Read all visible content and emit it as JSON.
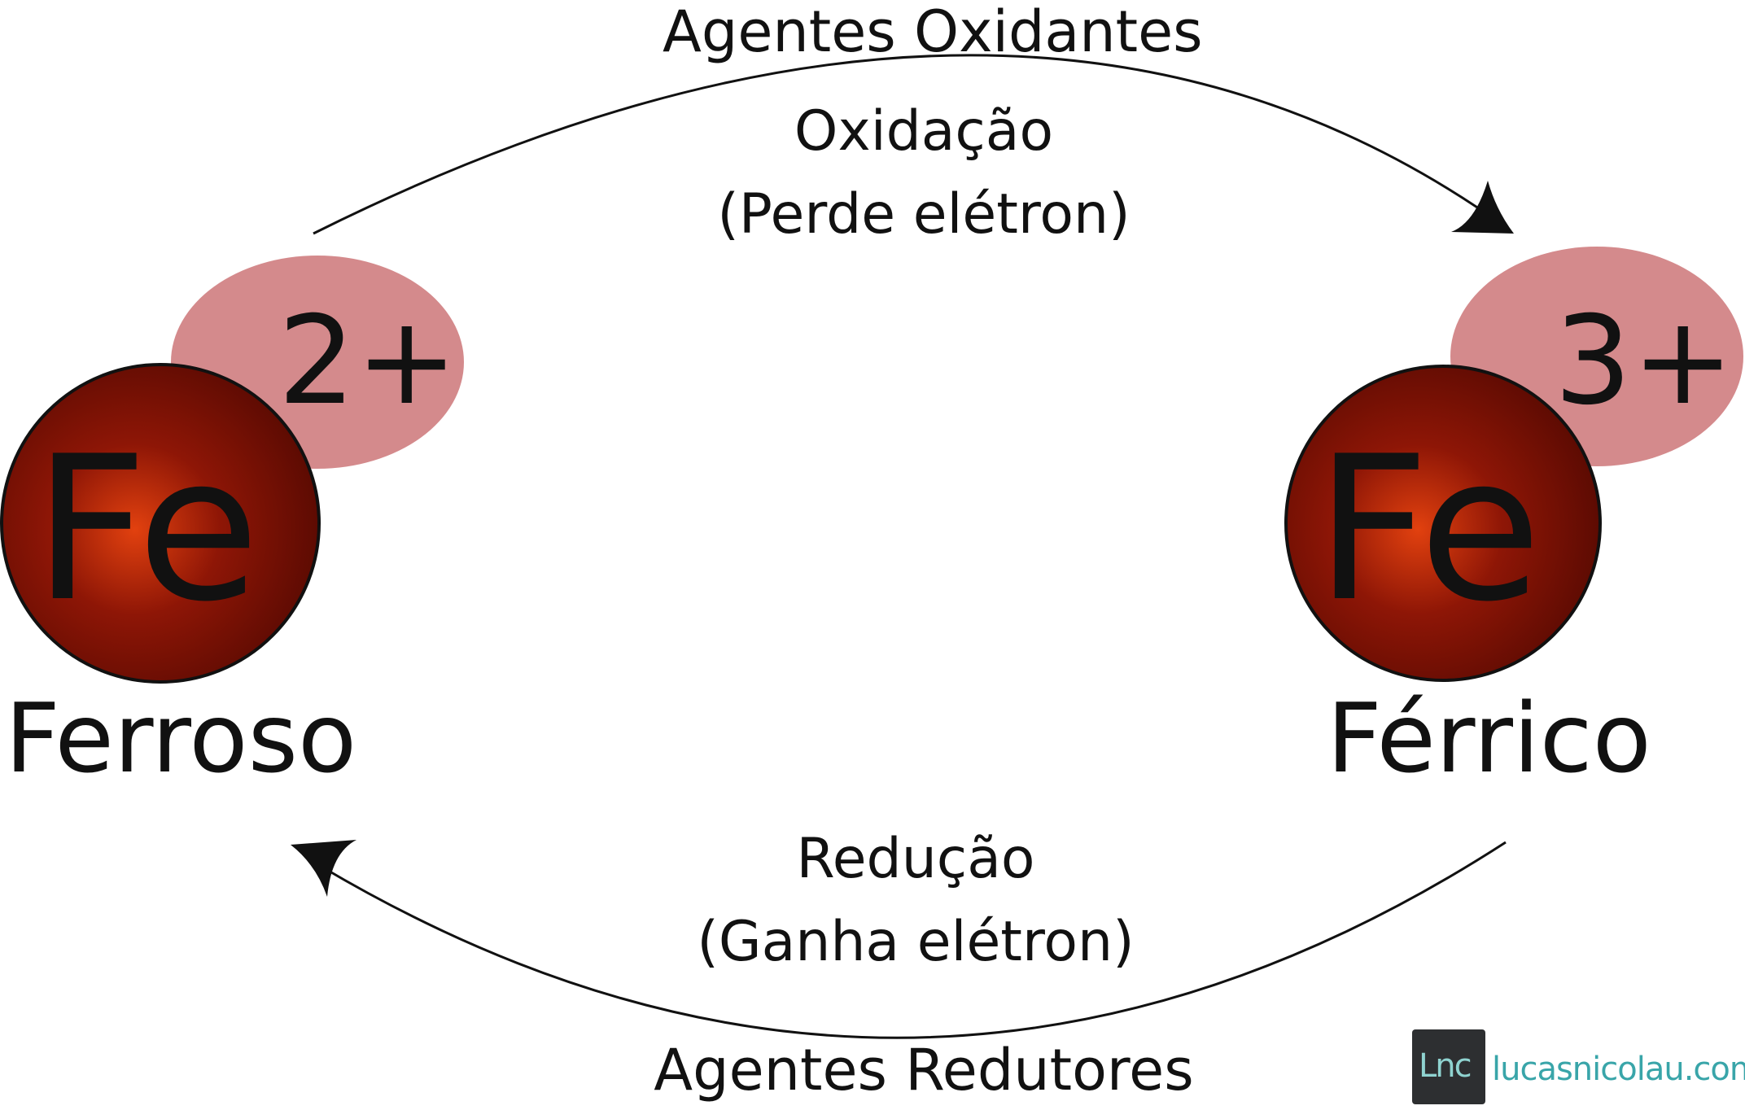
{
  "top_arrow": {
    "agent": "Agentes Oxidantes",
    "process": "Oxidação",
    "detail": "(Perde elétron)"
  },
  "bottom_arrow": {
    "process": "Redução",
    "detail": "(Ganha elétron)",
    "agent": "Agentes Redutores"
  },
  "left_ion": {
    "symbol": "Fe",
    "charge": "2+",
    "name": "Ferroso"
  },
  "right_ion": {
    "symbol": "Fe",
    "charge": "3+",
    "name": "Férrico"
  },
  "watermark": {
    "monogram": "Lnc",
    "site": "lucasnicolau.com"
  },
  "colors": {
    "atom_core": "#e2410f",
    "atom_mid": "#8e1606",
    "atom_edge": "#5a0a02",
    "charge_blob": "#d48a8c",
    "text": "#111111"
  }
}
